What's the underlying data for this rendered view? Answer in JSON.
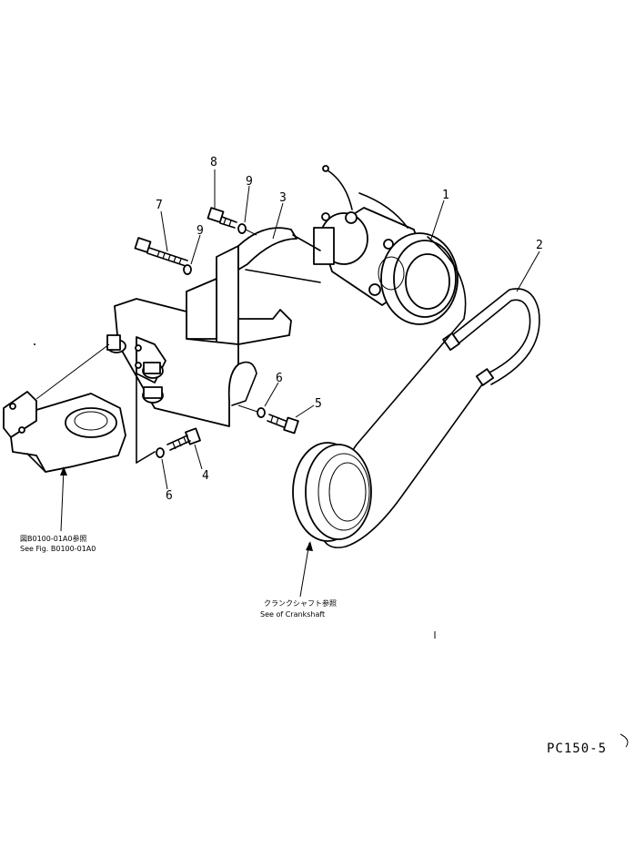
{
  "callouts": {
    "p1": "1",
    "p2": "2",
    "p3": "3",
    "p4": "4",
    "p5": "5",
    "p6a": "6",
    "p6b": "6",
    "p7": "7",
    "p8": "8",
    "p9a": "9",
    "p9b": "9"
  },
  "references": {
    "bracket_ref_jp": "図B0100-01A0参照",
    "bracket_ref_en": "See Fig. B0100-01A0",
    "crank_ref_jp": "クランクシャフト参照",
    "crank_ref_en": "See of Crankshaft"
  },
  "model_code": "PC150-5"
}
